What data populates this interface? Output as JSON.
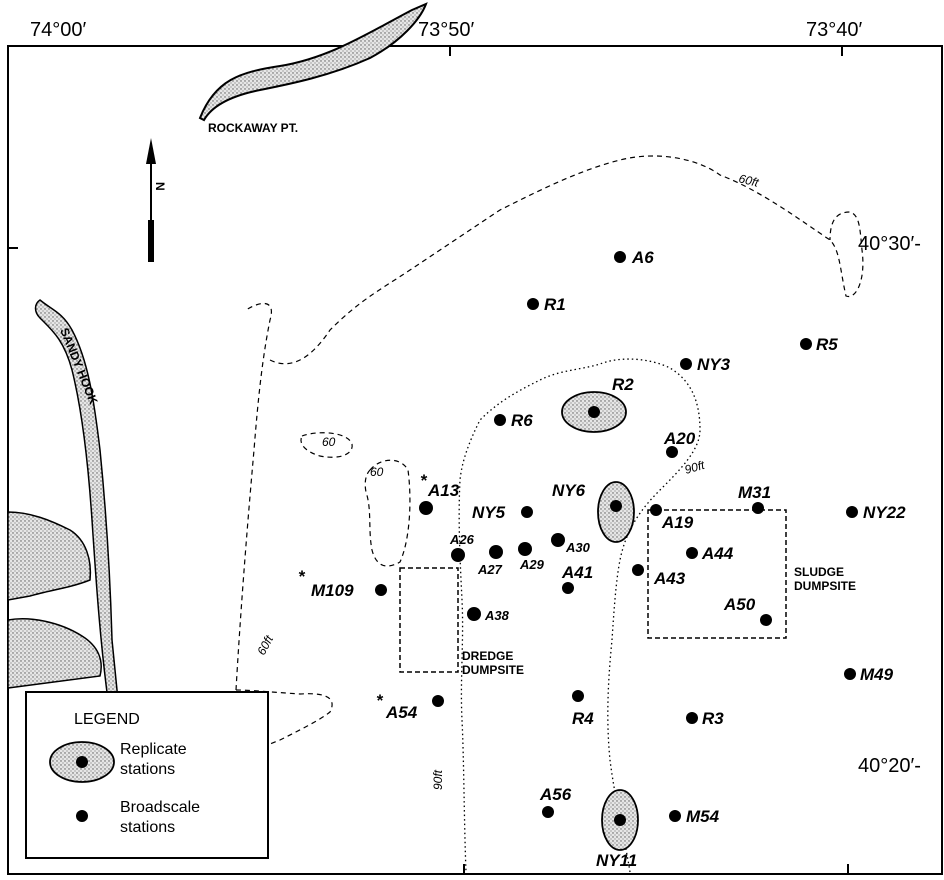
{
  "coordinates": {
    "lon_74_00": "74°00′",
    "lon_73_50": "73°50′",
    "lon_73_40": "73°40′",
    "lat_40_30": "40°30′-",
    "lat_40_20": "40°20′-"
  },
  "places": {
    "rockaway": "ROCKAWAY PT.",
    "sandy_hook": "SANDY HOOK",
    "north": "N"
  },
  "depth_labels": {
    "d60ft_top": "60ft",
    "d60_a": "60",
    "d60_b": "60",
    "d60ft_left": "60ft",
    "d90ft_right": "90ft",
    "d90ft_bottom": "90ft"
  },
  "zones": {
    "dredge_1": "DREDGE",
    "dredge_2": "DUMPSITE",
    "sludge_1": "SLUDGE",
    "sludge_2": "DUMPSITE"
  },
  "stations": {
    "A6": "A6",
    "R1": "R1",
    "R5": "R5",
    "NY3": "NY3",
    "R2": "R2",
    "R6": "R6",
    "A20": "A20",
    "A13": "A13",
    "NY5": "NY5",
    "NY6": "NY6",
    "A19": "A19",
    "M31": "M31",
    "NY22": "NY22",
    "A26": "A26",
    "A27": "A27",
    "A29": "A29",
    "A30": "A30",
    "A41": "A41",
    "A44": "A44",
    "A43": "A43",
    "M109": "M109",
    "A38": "A38",
    "A50": "A50",
    "M49": "M49",
    "A54": "A54",
    "R4": "R4",
    "R3": "R3",
    "A56": "A56",
    "M54": "M54",
    "NY11": "NY11"
  },
  "asterisk": "*",
  "legend": {
    "title": "LEGEND",
    "replicate_1": "Replicate",
    "replicate_2": "stations",
    "broadscale_1": "Broadscale",
    "broadscale_2": "stations"
  },
  "colors": {
    "ink": "#000000",
    "land_stipple": "#c8c8c8",
    "background": "#ffffff"
  }
}
